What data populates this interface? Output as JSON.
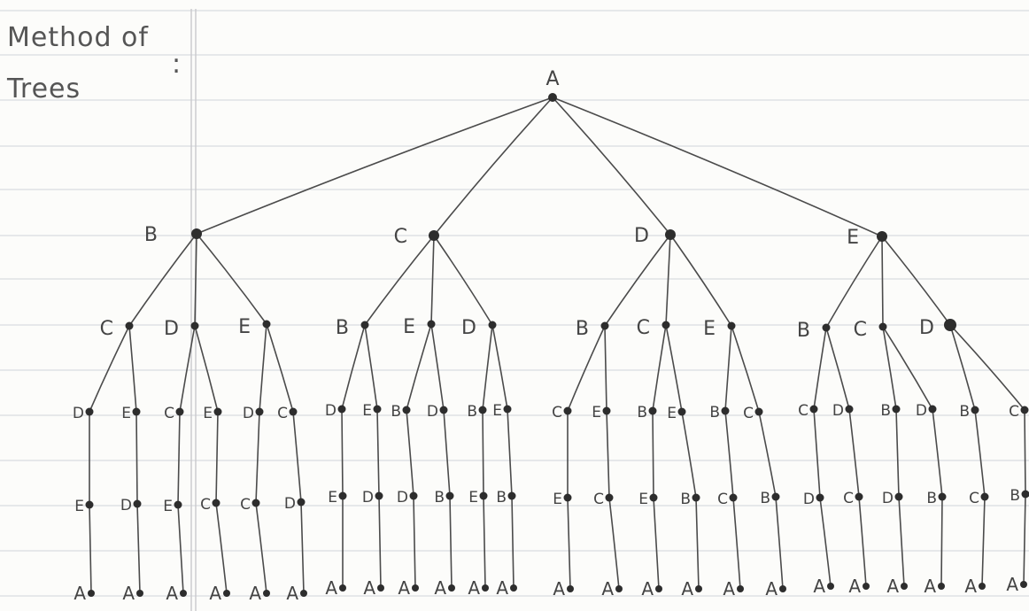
{
  "title": {
    "line1": "Method of",
    "line2": "Trees",
    "mark": ":"
  },
  "tree": {
    "root": "A",
    "level1": [
      "B",
      "C",
      "D",
      "E"
    ],
    "level2": [
      [
        "C",
        "D",
        "E"
      ],
      [
        "B",
        "E",
        "D"
      ],
      [
        "B",
        "C",
        "E"
      ],
      [
        "B",
        "C",
        "D"
      ]
    ],
    "level3": [
      "D",
      "E",
      "C",
      "E",
      "D",
      "C",
      "D",
      "E",
      "B",
      "D",
      "B",
      "E",
      "C",
      "E",
      "B",
      "E",
      "B",
      "C",
      "C",
      "D",
      "B",
      "D",
      "B",
      "C"
    ],
    "level4": [
      "E",
      "D",
      "E",
      "C",
      "C",
      "D",
      "E",
      "D",
      "D",
      "B",
      "E",
      "B",
      "E",
      "C",
      "E",
      "B",
      "C",
      "B",
      "D",
      "C",
      "D",
      "B",
      "C",
      "B"
    ],
    "level5": [
      "A",
      "A",
      "A",
      "A",
      "A",
      "A",
      "A",
      "A",
      "A",
      "A",
      "A",
      "A",
      "A",
      "A",
      "A",
      "A",
      "A",
      "A",
      "A",
      "A",
      "A",
      "A",
      "A",
      "A"
    ]
  }
}
